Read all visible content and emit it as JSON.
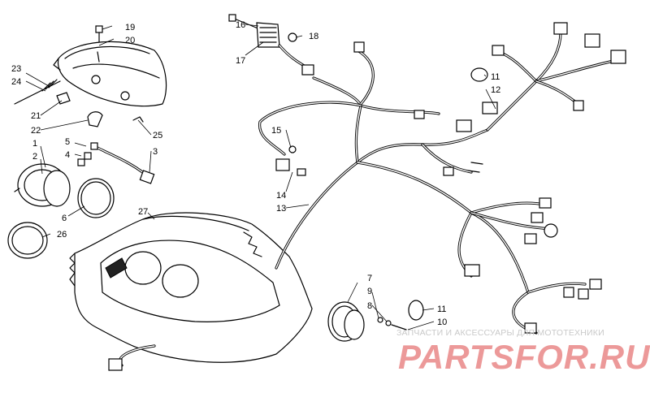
{
  "callouts": {
    "c1": "1",
    "c2": "2",
    "c3": "3",
    "c4": "4",
    "c5": "5",
    "c6": "6",
    "c7": "7",
    "c8": "8",
    "c9": "9",
    "c10": "10",
    "c11a": "11",
    "c11b": "11",
    "c12": "12",
    "c13": "13",
    "c14": "14",
    "c15": "15",
    "c16": "16",
    "c17": "17",
    "c18": "18",
    "c19": "19",
    "c20": "20",
    "c21": "21",
    "c22": "22",
    "c23": "23",
    "c24": "24",
    "c25": "25",
    "c26": "26",
    "c27": "27"
  },
  "watermark": {
    "subtitle": "ЗАПЧАСТИ И АКСЕССУАРЫ ДЛЯ МОТОТЕХНИКИ",
    "logo": "PARTSFOR.RU"
  }
}
